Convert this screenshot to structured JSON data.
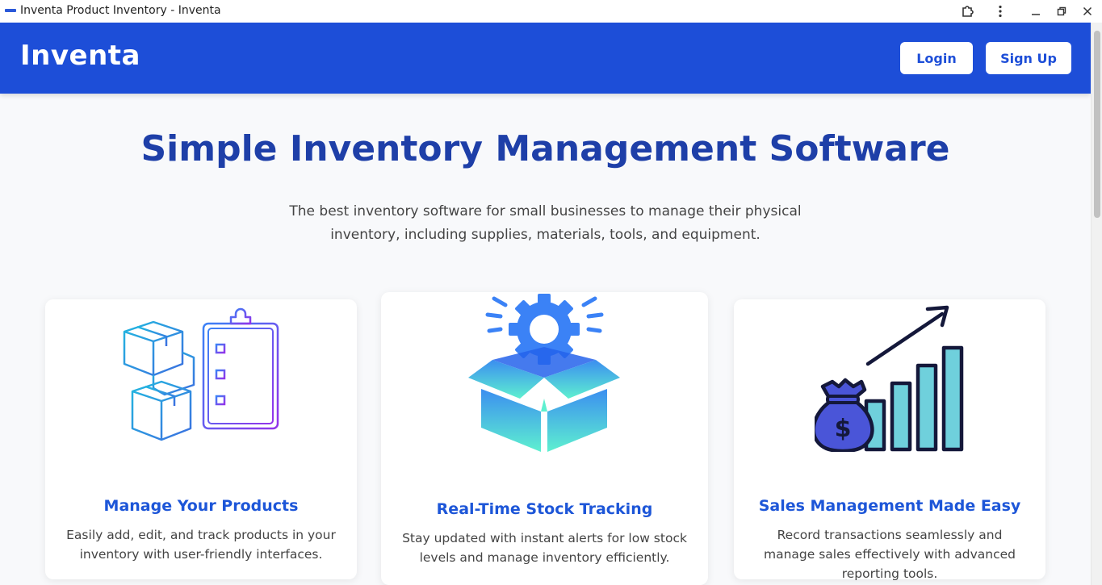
{
  "window": {
    "title": "Inventa Product Inventory - Inventa",
    "icons": [
      "extension-icon",
      "more-vert-icon",
      "minimize-icon",
      "restore-icon",
      "close-icon"
    ]
  },
  "navbar": {
    "brand": "Inventa",
    "login_label": "Login",
    "signup_label": "Sign Up",
    "color": "#1d4ed8"
  },
  "hero": {
    "title": "Simple Inventory Management Software",
    "subtitle": "The best inventory software for small businesses to manage their physical inventory, including supplies, materials, tools, and equipment."
  },
  "features": [
    {
      "icon": "boxes-clipboard-icon",
      "title": "Manage Your Products",
      "text": "Easily add, edit, and track products in your inventory with user-friendly interfaces."
    },
    {
      "icon": "gear-box-icon",
      "title": "Real-Time Stock Tracking",
      "text": "Stay updated with instant alerts for low stock levels and manage inventory efficiently."
    },
    {
      "icon": "money-bag-chart-icon",
      "title": "Sales Management Made Easy",
      "text": "Record transactions seamlessly and manage sales effectively with advanced reporting tools."
    }
  ]
}
